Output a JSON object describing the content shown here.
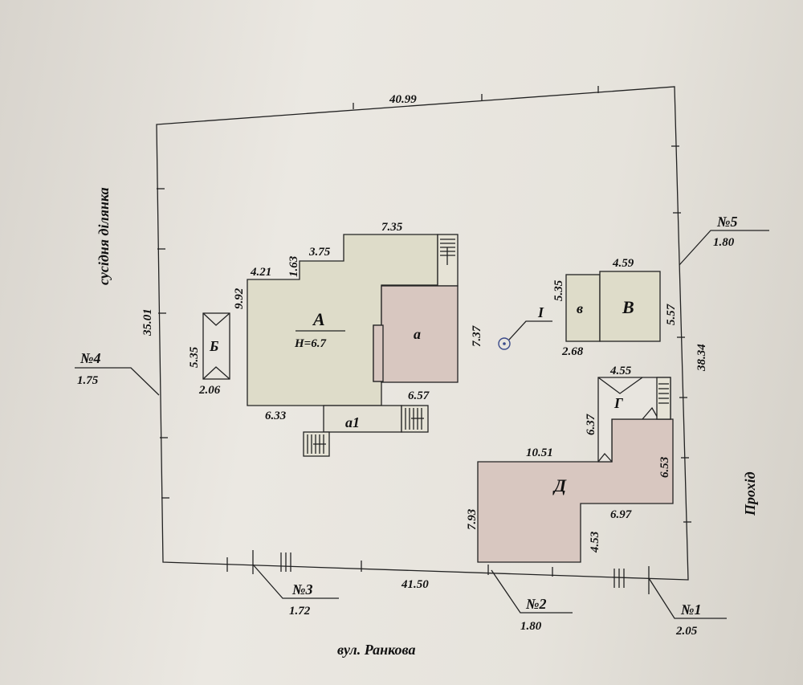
{
  "colors": {
    "paper": "#e8e5df",
    "building_light": "#dedcc9",
    "building_pink": "#d8c7c0",
    "line": "#222222"
  },
  "plot": {
    "top_length": "40.99",
    "bottom_length": "41.50",
    "left_length": "35.01",
    "right_length": "38.34"
  },
  "neighbors": {
    "left": "сусідня ділянка",
    "bottom": "вул. Ранкова",
    "right": "Прохід"
  },
  "points": [
    {
      "label": "№1",
      "value": "2.05"
    },
    {
      "label": "№2",
      "value": "1.80"
    },
    {
      "label": "№3",
      "value": "1.72"
    },
    {
      "label": "№4",
      "value": "1.75"
    },
    {
      "label": "№5",
      "value": "1.80"
    }
  ],
  "marker": {
    "label": "I"
  },
  "buildings": {
    "A": {
      "label": "А",
      "height": "H=6.7",
      "dims": [
        "7.35",
        "3.75",
        "1.63",
        "4.21",
        "9.92",
        "6.33"
      ]
    },
    "a": {
      "label": "а",
      "dims": [
        "7.37",
        "6.57"
      ]
    },
    "a1": {
      "label": "а1"
    },
    "B": {
      "label": "Б",
      "dims": [
        "5.35",
        "2.06"
      ]
    },
    "V": {
      "label": "В",
      "dims": [
        "4.59",
        "5.57"
      ]
    },
    "v": {
      "label": "в",
      "dims": [
        "5.35",
        "2.68"
      ]
    },
    "G": {
      "label": "Г",
      "dims": [
        "4.55",
        "6.37"
      ]
    },
    "D": {
      "label": "Д",
      "dims": [
        "10.51",
        "6.53",
        "7.93",
        "4.53",
        "6.97"
      ]
    }
  }
}
